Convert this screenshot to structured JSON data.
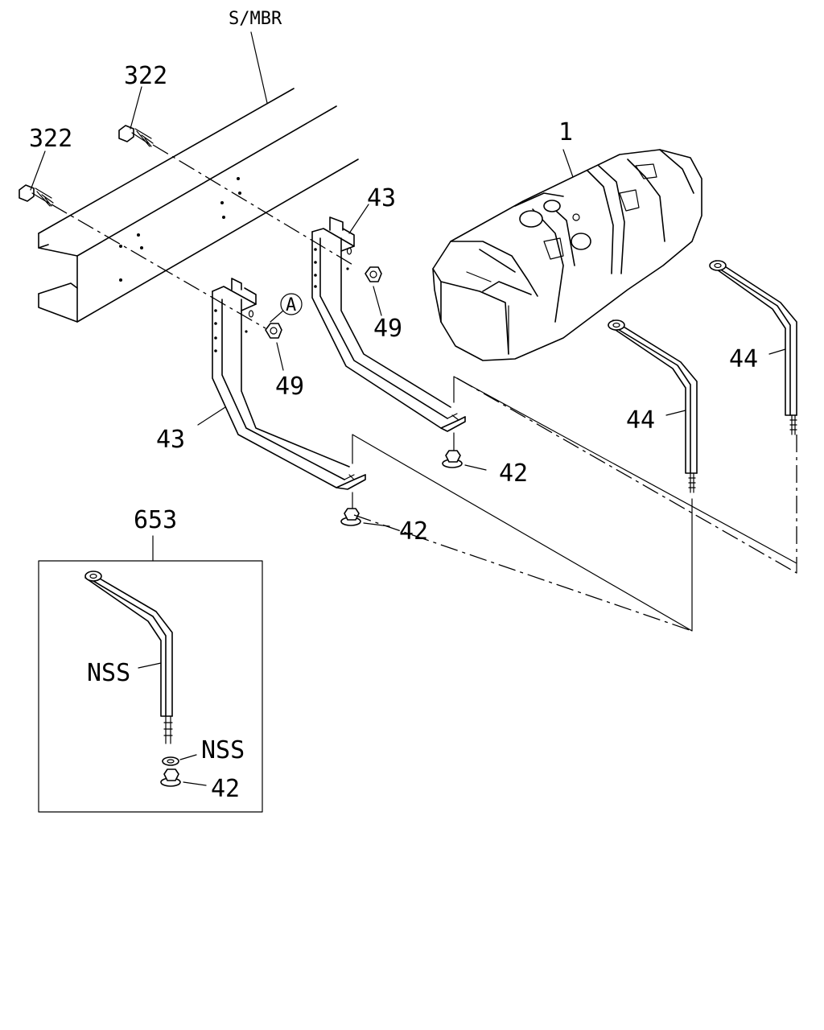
{
  "labels": {
    "frame": "S/MBR",
    "bolt_upper": "322",
    "bolt_lower": "322",
    "tank": "1",
    "bracket_rear": "43",
    "bracket_front": "43",
    "nut_rear": "49",
    "nut_front": "49",
    "callout_a": "A",
    "strap_rear": "44",
    "strap_front": "44",
    "flange_nut_rear": "42",
    "flange_nut_front": "42",
    "kit_number": "653",
    "kit_strap": "NSS",
    "kit_washer": "NSS",
    "kit_nut": "42"
  }
}
